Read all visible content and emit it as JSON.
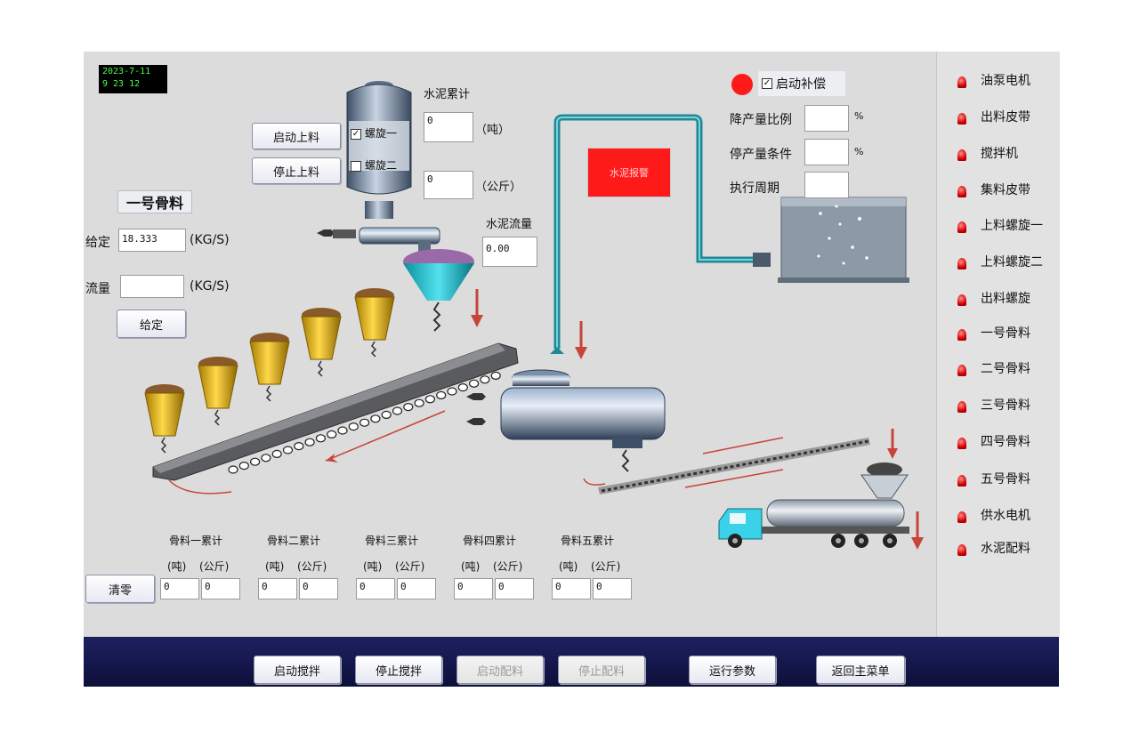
{
  "clock": {
    "date": "2023-7-11",
    "time": "9 23 12"
  },
  "hopper": {
    "start_button": "启动上料",
    "stop_button": "停止上料",
    "screw1_label": "螺旋一",
    "screw1_checked": true,
    "screw2_label": "螺旋二",
    "screw2_checked": false
  },
  "cement": {
    "total_label": "水泥累计",
    "ton_value": "0",
    "ton_unit": "（吨）",
    "kg_value": "0",
    "kg_unit": "（公斤）",
    "flow_label": "水泥流量",
    "flow_value": "0.00"
  },
  "aggregate_panel": {
    "title": "一号骨料",
    "setpoint_label": "给定",
    "setpoint_value": "18.333",
    "setpoint_unit": "(KG/S)",
    "flow_label": "流量",
    "flow_value": "",
    "flow_unit": "(KG/S)",
    "confirm_button": "给定"
  },
  "alarm": {
    "color": "#ff1a1a",
    "text": "水泥报警"
  },
  "compensation": {
    "checkbox_label": "启动补偿",
    "checked": true,
    "reduce_ratio_label": "降产量比例",
    "reduce_ratio_value": "",
    "stop_condition_label": "停产量条件",
    "stop_condition_value": "",
    "period_label": "执行周期",
    "period_value": "",
    "percent": "%"
  },
  "indicators": [
    "油泵电机",
    "出料皮带",
    "搅拌机",
    "集料皮带",
    "上料螺旋一",
    "上料螺旋二",
    "出料螺旋",
    "一号骨料",
    "二号骨料",
    "三号骨料",
    "四号骨料",
    "五号骨料",
    "供水电机",
    "水泥配料"
  ],
  "totals": {
    "clear_button": "清零",
    "ton_label": "(吨)",
    "kg_label": "(公斤)",
    "groups": [
      {
        "title": "骨料一累计",
        "ton": "0",
        "kg": "0"
      },
      {
        "title": "骨料二累计",
        "ton": "0",
        "kg": "0"
      },
      {
        "title": "骨料三累计",
        "ton": "0",
        "kg": "0"
      },
      {
        "title": "骨料四累计",
        "ton": "0",
        "kg": "0"
      },
      {
        "title": "骨料五累计",
        "ton": "0",
        "kg": "0"
      }
    ]
  },
  "bottom_buttons": [
    {
      "label": "启动搅拌",
      "enabled": true
    },
    {
      "label": "停止搅拌",
      "enabled": true
    },
    {
      "label": "启动配料",
      "enabled": false
    },
    {
      "label": "停止配料",
      "enabled": false
    },
    {
      "label": "运行参数",
      "enabled": true
    },
    {
      "label": "返回主菜单",
      "enabled": true
    }
  ],
  "colors": {
    "background": "#dcdcdc",
    "pipe": "#1f8a96",
    "hopper": "#e2b400",
    "belt": "#58595c",
    "indicator": "#d40000"
  }
}
